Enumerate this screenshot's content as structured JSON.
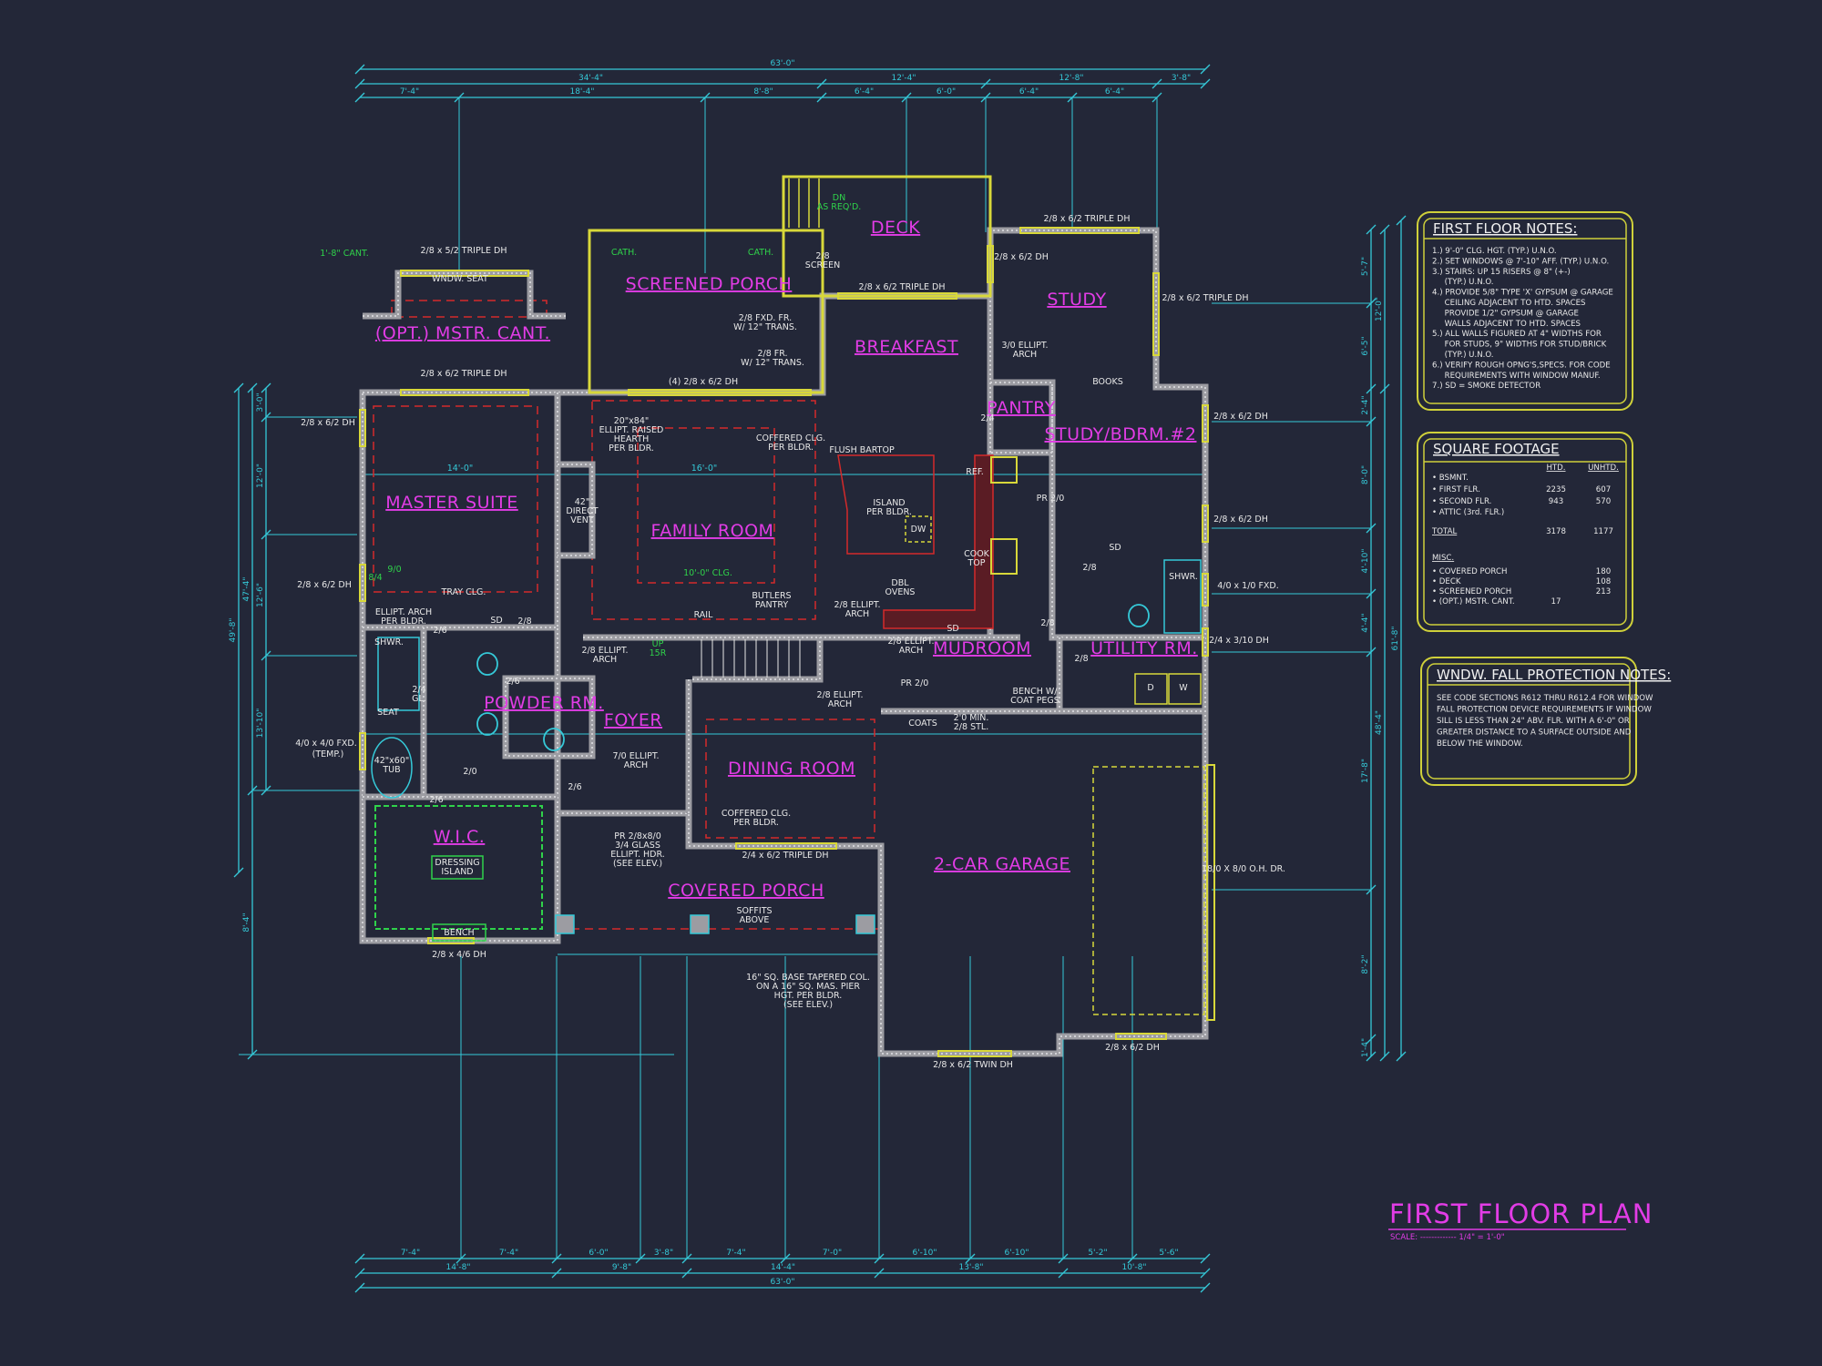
{
  "colors": {
    "background": "#232738",
    "wall": "#9c9ca2",
    "window": "#d8d83a",
    "dimension": "#35c9d8",
    "room_label": "#e23ce6",
    "annotation": "#e8e8e8",
    "green": "#2fd24a",
    "coffer": "#d42a2a",
    "panel_border": "#cfd03a"
  },
  "plan": {
    "title": "FIRST FLOOR PLAN",
    "scale": "SCALE: ------------- 1/4\" = 1'-0\"",
    "rooms": [
      "SCREENED PORCH",
      "DECK",
      "BREAKFAST",
      "STUDY",
      "(OPT.) MSTR. CANT.",
      "MASTER SUITE",
      "FAMILY ROOM",
      "PANTRY",
      "STUDY/BDRM.#2",
      "FOYER",
      "DINING ROOM",
      "2-CAR GARAGE",
      "COVERED PORCH",
      "MUDROOM",
      "UTILITY RM.",
      "POWDER RM.",
      "W.I.C."
    ],
    "windows": [
      "2/8 x 5/2 TRIPLE DH",
      "2/8 x 6/2 TRIPLE DH",
      "(4) 2/8 x 6/2 DH",
      "2/8 x 6/2 TRIPLE DH",
      "2/8 x 6/2 TRIPLE DH",
      "2/8 x 6/2 DH",
      "2/8 x 6/2 TRIPLE DH",
      "2/8 x 6/2 DH",
      "2/8 x 6/2 DH",
      "4/0 x 1/0 FXD.",
      "2/4 x 3/10 DH",
      "18/0 X 8/0 O.H. DR.",
      "2/8 x 6/2 DH",
      "2/8 x 6/2 TWIN DH",
      "2/4 x 6/2 TRIPLE DH",
      "2/8 x 4/6 DH",
      "2/8 x 6/2 DH",
      "2/8 x 6/2 DH",
      "4/0 x 4/0 FXD.",
      "(TEMP.)"
    ],
    "annotations": [
      {
        "lines": [
          "1'-8\" CANT."
        ],
        "tone": "green"
      },
      {
        "lines": [
          "WNDW. SEAT"
        ],
        "tone": "white"
      },
      {
        "lines": [
          "CATH."
        ],
        "tone": "green"
      },
      {
        "lines": [
          "CATH."
        ],
        "tone": "green"
      },
      {
        "lines": [
          "DN",
          "AS REQ'D."
        ],
        "tone": "green"
      },
      {
        "lines": [
          "2/8",
          "SCREEN"
        ],
        "tone": "white"
      },
      {
        "lines": [
          "2/8 FXD. FR.",
          "W/ 12\" TRANS."
        ],
        "tone": "white"
      },
      {
        "lines": [
          "2/8 FR.",
          "W/ 12\" TRANS."
        ],
        "tone": "white"
      },
      {
        "lines": [
          "3/0 ELLIPT.",
          "ARCH"
        ],
        "tone": "white"
      },
      {
        "lines": [
          "BOOKS"
        ],
        "tone": "white"
      },
      {
        "lines": [
          "2/4"
        ],
        "tone": "white"
      },
      {
        "lines": [
          "20\"x84\"",
          "ELLIPT. RAISED",
          "HEARTH",
          "PER BLDR."
        ],
        "tone": "white"
      },
      {
        "lines": [
          "COFFERED CLG.",
          "PER BLDR."
        ],
        "tone": "white"
      },
      {
        "lines": [
          "FLUSH BARTOP"
        ],
        "tone": "white"
      },
      {
        "lines": [
          "42\"",
          "DIRECT",
          "VENT"
        ],
        "tone": "white"
      },
      {
        "lines": [
          "ISLAND",
          "PER BLDR."
        ],
        "tone": "white"
      },
      {
        "lines": [
          "DW"
        ],
        "tone": "white"
      },
      {
        "lines": [
          "REF."
        ],
        "tone": "white"
      },
      {
        "lines": [
          "PR 2/0"
        ],
        "tone": "white"
      },
      {
        "lines": [
          "10'-0\" CLG."
        ],
        "tone": "green"
      },
      {
        "lines": [
          "TRAY CLG."
        ],
        "tone": "white"
      },
      {
        "lines": [
          "8/4"
        ],
        "tone": "green"
      },
      {
        "lines": [
          "9/0"
        ],
        "tone": "green"
      },
      {
        "lines": [
          "COOK",
          "TOP"
        ],
        "tone": "white"
      },
      {
        "lines": [
          "BUTLERS",
          "PANTRY"
        ],
        "tone": "white"
      },
      {
        "lines": [
          "DBL",
          "OVENS"
        ],
        "tone": "white"
      },
      {
        "lines": [
          "RAIL"
        ],
        "tone": "white"
      },
      {
        "lines": [
          "ELLIPT. ARCH",
          "PER BLDR."
        ],
        "tone": "white"
      },
      {
        "lines": [
          "2/8 ELLIPT.",
          "ARCH"
        ],
        "tone": "white"
      },
      {
        "lines": [
          "2/8 ELLIPT.",
          "ARCH"
        ],
        "tone": "white"
      },
      {
        "lines": [
          "2/8 ELLIPT.",
          "ARCH"
        ],
        "tone": "white"
      },
      {
        "lines": [
          "UP",
          "15R"
        ],
        "tone": "green"
      },
      {
        "lines": [
          "SHWR."
        ],
        "tone": "white"
      },
      {
        "lines": [
          "SEAT"
        ],
        "tone": "white"
      },
      {
        "lines": [
          "2/4",
          "GL."
        ],
        "tone": "white"
      },
      {
        "lines": [
          "2/6"
        ],
        "tone": "white"
      },
      {
        "lines": [
          "2/8"
        ],
        "tone": "white"
      },
      {
        "lines": [
          "2/6"
        ],
        "tone": "white"
      },
      {
        "lines": [
          "PR 2/0"
        ],
        "tone": "white"
      },
      {
        "lines": [
          "2/8 ELLIPT.",
          "ARCH"
        ],
        "tone": "white"
      },
      {
        "lines": [
          "COATS"
        ],
        "tone": "white"
      },
      {
        "lines": [
          "2'0 MIN.",
          "2/8 STL."
        ],
        "tone": "white"
      },
      {
        "lines": [
          "BENCH W/",
          "COAT PEGS"
        ],
        "tone": "white"
      },
      {
        "lines": [
          "42\"x60\"",
          "TUB"
        ],
        "tone": "white"
      },
      {
        "lines": [
          "2/0"
        ],
        "tone": "white"
      },
      {
        "lines": [
          "2/6"
        ],
        "tone": "white"
      },
      {
        "lines": [
          "2/6"
        ],
        "tone": "white"
      },
      {
        "lines": [
          "7/0 ELLIPT.",
          "ARCH"
        ],
        "tone": "white"
      },
      {
        "lines": [
          "COFFERED CLG.",
          "PER BLDR."
        ],
        "tone": "white"
      },
      {
        "lines": [
          "PR 2/8x8/0",
          "3/4 GLASS",
          "ELLIPT. HDR.",
          "(SEE ELEV.)"
        ],
        "tone": "white"
      },
      {
        "lines": [
          "DRESSING",
          "ISLAND"
        ],
        "tone": "white"
      },
      {
        "lines": [
          "BENCH"
        ],
        "tone": "white"
      },
      {
        "lines": [
          "SOFFITS",
          "ABOVE"
        ],
        "tone": "white"
      },
      {
        "lines": [
          "16\" SQ. BASE TAPERED COL.",
          "ON A 16\" SQ. MAS. PIER",
          "HGT. PER BLDR.",
          "(SEE ELEV.)"
        ],
        "tone": "white"
      },
      {
        "lines": [
          "SHWR."
        ],
        "tone": "white"
      },
      {
        "lines": [
          "2/8"
        ],
        "tone": "white"
      },
      {
        "lines": [
          "2/8"
        ],
        "tone": "white"
      },
      {
        "lines": [
          "2/8"
        ],
        "tone": "white"
      },
      {
        "lines": [
          "D"
        ],
        "tone": "white"
      },
      {
        "lines": [
          "W"
        ],
        "tone": "white"
      },
      {
        "lines": [
          "14'-0\""
        ],
        "tone": "cyan"
      },
      {
        "lines": [
          "16'-0\""
        ],
        "tone": "cyan"
      },
      {
        "lines": [
          "SD"
        ],
        "tone": "white"
      },
      {
        "lines": [
          "SD"
        ],
        "tone": "white"
      },
      {
        "lines": [
          "SD"
        ],
        "tone": "white"
      }
    ],
    "dimensions": {
      "top": [
        [
          "63'-0\""
        ],
        [
          "34'-4\"",
          "12'-4\"",
          "12'-8\"",
          "3'-8\""
        ],
        [
          "7'-4\"",
          "18'-4\"",
          "8'-8\"",
          "6'-4\"",
          "6'-0\"",
          "6'-4\"",
          "6'-4\""
        ]
      ],
      "bottom": [
        [
          "7'-4\"",
          "7'-4\"",
          "6'-0\"",
          "3'-8\"",
          "7'-4\"",
          "7'-0\"",
          "6'-10\"",
          "6'-10\"",
          "5'-2\"",
          "5'-6\""
        ],
        [
          "14'-8\"",
          "9'-8\"",
          "14'-4\"",
          "13'-8\"",
          "10'-8\""
        ],
        [
          "63'-0\""
        ]
      ],
      "left": [
        [
          "3'-0\"",
          "12'-0\"",
          "12'-6\"",
          "13'-10\""
        ],
        [
          "47'-4\"",
          "8'-4\""
        ],
        [
          "49'-8\""
        ]
      ],
      "right": [
        [
          "5'-7\"",
          "6'-5\"",
          "2'-4\"",
          "8'-0\"",
          "4'-10\"",
          "4'-4\"",
          "17'-8\"",
          "8'-2\"",
          "1'-4\""
        ],
        [
          "12'-0\"",
          "48'-4\""
        ],
        [
          "61'-8\""
        ]
      ]
    }
  },
  "notes": {
    "first_floor": {
      "title": "FIRST FLOOR NOTES:",
      "lines": [
        "1.) 9'-0\" CLG. HGT. (TYP.) U.N.O.",
        "2.) SET WINDOWS @ 7'-10\" AFF. (TYP.) U.N.O.",
        "3.) STAIRS: UP 15 RISERS @ 8\" (+-)",
        "     (TYP.) U.N.O.",
        "4.) PROVIDE 5/8\" TYPE 'X' GYPSUM @ GARAGE",
        "     CEILING ADJACENT TO HTD. SPACES",
        "     PROVIDE 1/2\" GYPSUM @ GARAGE",
        "     WALLS ADJACENT TO HTD. SPACES",
        "5.) ALL WALLS FIGURED AT 4\" WIDTHS FOR",
        "     FOR STUDS, 9\" WIDTHS FOR STUD/BRICK",
        "     (TYP.) U.N.O.",
        "6.) VERIFY ROUGH OPNG'S,SPECS. FOR CODE",
        "     REQUIREMENTS WITH WINDOW MANUF.",
        "7.) SD = SMOKE DETECTOR"
      ]
    },
    "square_footage": {
      "title": "SQUARE FOOTAGE",
      "headers": [
        "HTD.",
        "UNHTD."
      ],
      "rows": [
        {
          "label": "• BSMNT.",
          "htd": "",
          "unhtd": ""
        },
        {
          "label": "• FIRST FLR.",
          "htd": "2235",
          "unhtd": "607"
        },
        {
          "label": "• SECOND FLR.",
          "htd": "943",
          "unhtd": "570"
        },
        {
          "label": "• ATTIC (3rd. FLR.)",
          "htd": "",
          "unhtd": ""
        },
        {
          "label": "TOTAL",
          "htd": "3178",
          "unhtd": "1177"
        },
        {
          "label": "MISC.",
          "htd": "",
          "unhtd": ""
        },
        {
          "label": "• COVERED PORCH",
          "htd": "",
          "unhtd": "180"
        },
        {
          "label": "• DECK",
          "htd": "",
          "unhtd": "108"
        },
        {
          "label": "• SCREENED PORCH",
          "htd": "",
          "unhtd": "213"
        },
        {
          "label": "• (OPT.) MSTR. CANT.",
          "htd": "17",
          "unhtd": ""
        }
      ]
    },
    "fall_protection": {
      "title": "WNDW. FALL PROTECTION NOTES:",
      "lines": [
        "SEE CODE SECTIONS R612 THRU R612.4 FOR WINDOW",
        "FALL PROTECTION DEVICE REQUIREMENTS IF WINDOW",
        "SILL IS LESS THAN 24\" ABV. FLR. WITH A 6'-0\" OR",
        "GREATER DISTANCE TO A SURFACE OUTSIDE AND",
        "BELOW THE WINDOW."
      ]
    }
  }
}
